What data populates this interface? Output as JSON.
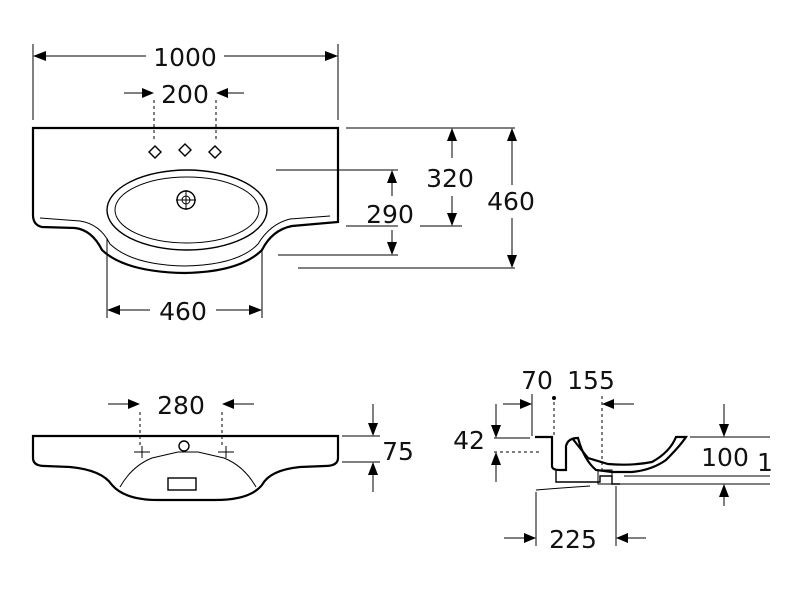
{
  "colors": {
    "line": "#000000",
    "background": "#ffffff"
  },
  "dimensions": {
    "width_1000": "1000",
    "tap_200": "200",
    "depth_320": "320",
    "depth_460": "460",
    "bowl_290": "290",
    "bowl_460": "460",
    "front_280": "280",
    "front_75": "75",
    "side_70": "70",
    "side_155": "155",
    "side_42": "42",
    "side_100": "100",
    "side_1": "1",
    "side_225": "225"
  }
}
